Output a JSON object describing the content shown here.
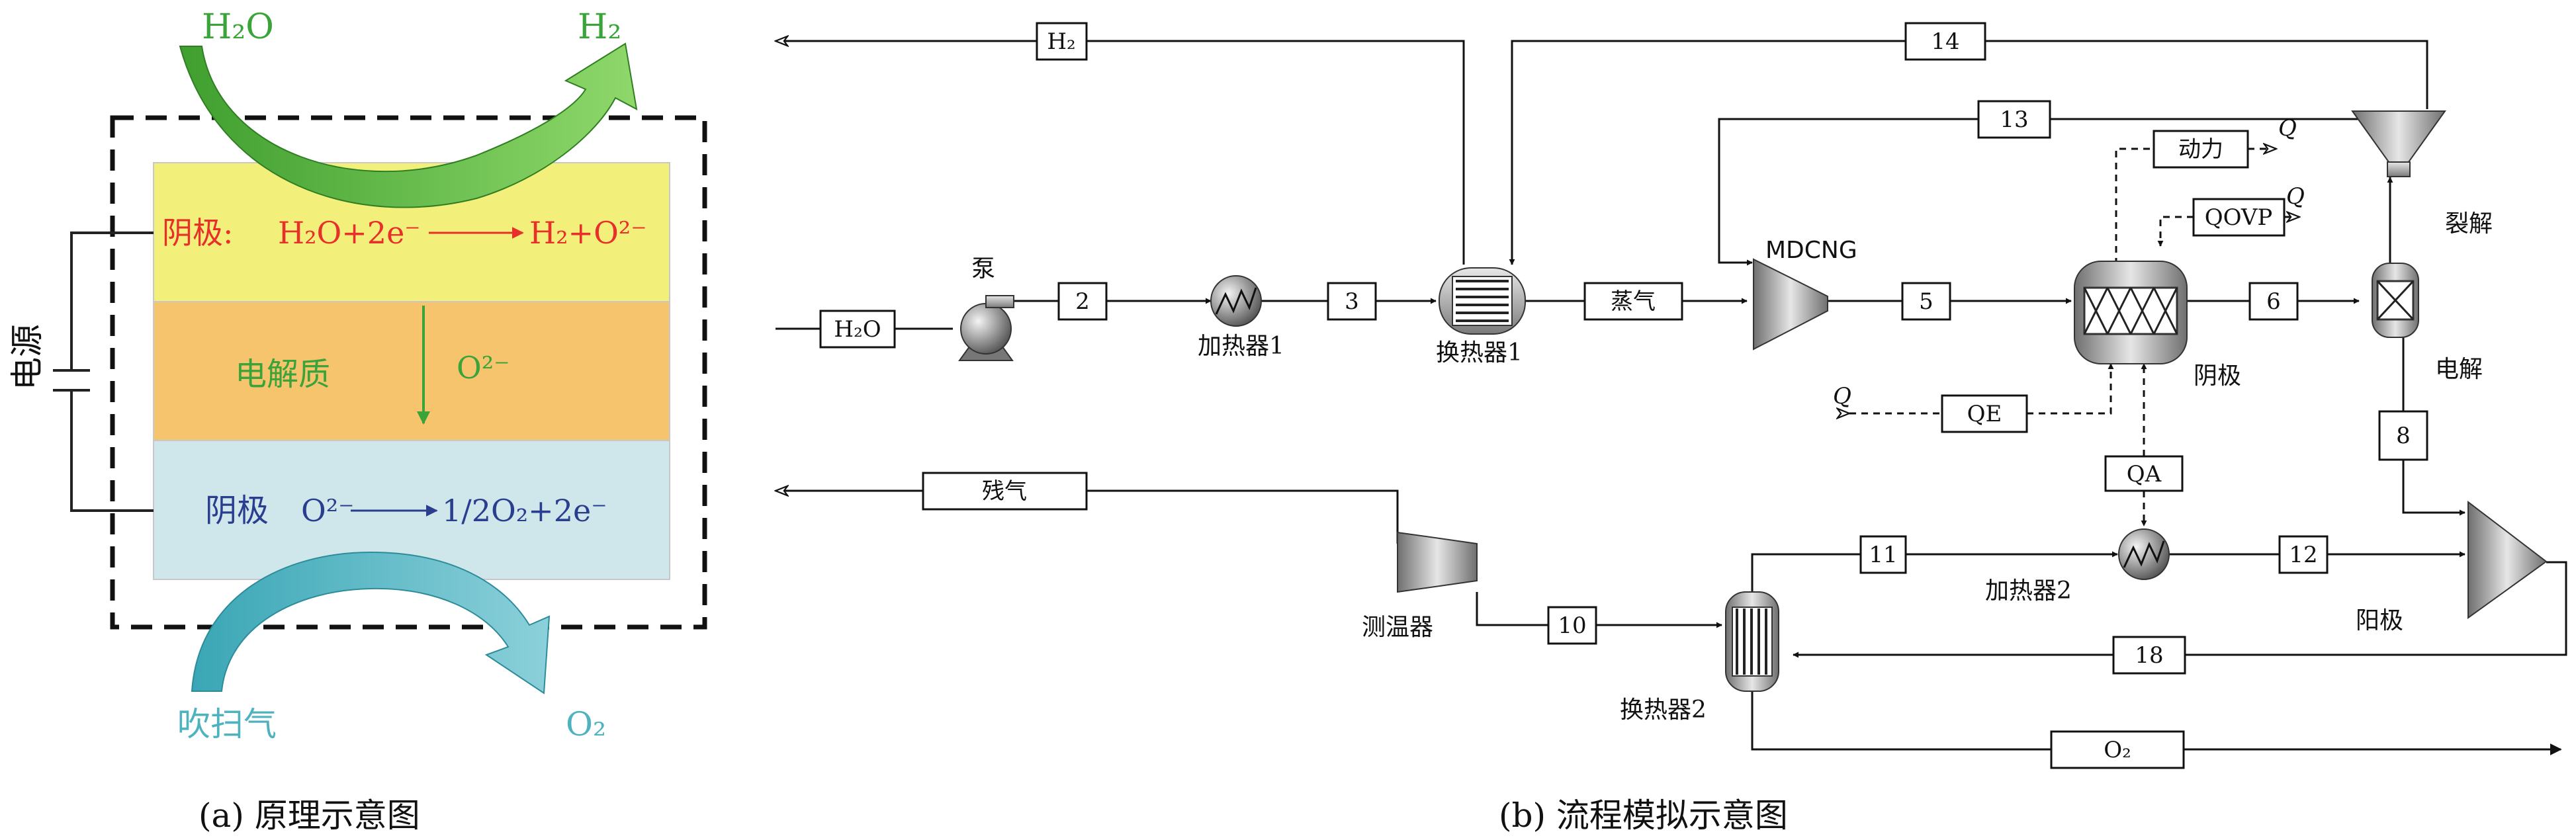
{
  "colors": {
    "cathode_layer": "#f2ef7a",
    "electrolyte_layer": "#f5c46c",
    "anode_layer": "#cfe6ea",
    "green": "#3aa33a",
    "red": "#e8302a",
    "blue": "#2a3e8f",
    "teal": "#4fb3bf",
    "steel": "#b5b5b5"
  },
  "panel_a": {
    "h2o_in": "H₂O",
    "h2_out": "H₂",
    "power_source": "电源",
    "cathode_label": "阴极:",
    "cathode_reaction": "H₂O+2e⁻",
    "cathode_product": "H₂+O²⁻",
    "electrolyte_label": "电解质",
    "ion": "O²⁻",
    "anode_label": "阴极",
    "anode_reactant": "O²⁻",
    "anode_product": "1/2O₂+2e⁻",
    "sweep_gas": "吹扫气",
    "o2_out": "O₂",
    "caption": "(a) 原理示意图"
  },
  "panel_b": {
    "caption": "(b) 流程模拟示意图",
    "streams": {
      "h2o": "H₂O",
      "h2": "H₂",
      "s2": "2",
      "s3": "3",
      "s5": "5",
      "s6": "6",
      "s8": "8",
      "s10": "10",
      "s11": "11",
      "s12": "12",
      "s13": "13",
      "s14": "14",
      "s18": "18",
      "steam": "蒸气",
      "exhaust": "残气",
      "o2": "O₂",
      "power": "动力",
      "qovp": "QOVP",
      "qe": "QE",
      "qa": "QA"
    },
    "heat_labels": {
      "q_power": "Q",
      "q_qovp": "Q",
      "q_qe": "Q"
    },
    "equipment": {
      "pump": "泵",
      "heater1": "加热器1",
      "hx1": "换热器1",
      "mdcng": "MDCNG",
      "cathode": "阴极",
      "electrolysis": "电解",
      "cracking": "裂解",
      "heater2": "加热器2",
      "anode": "阳极",
      "thermometer": "测温器",
      "hx2": "换热器2"
    }
  }
}
